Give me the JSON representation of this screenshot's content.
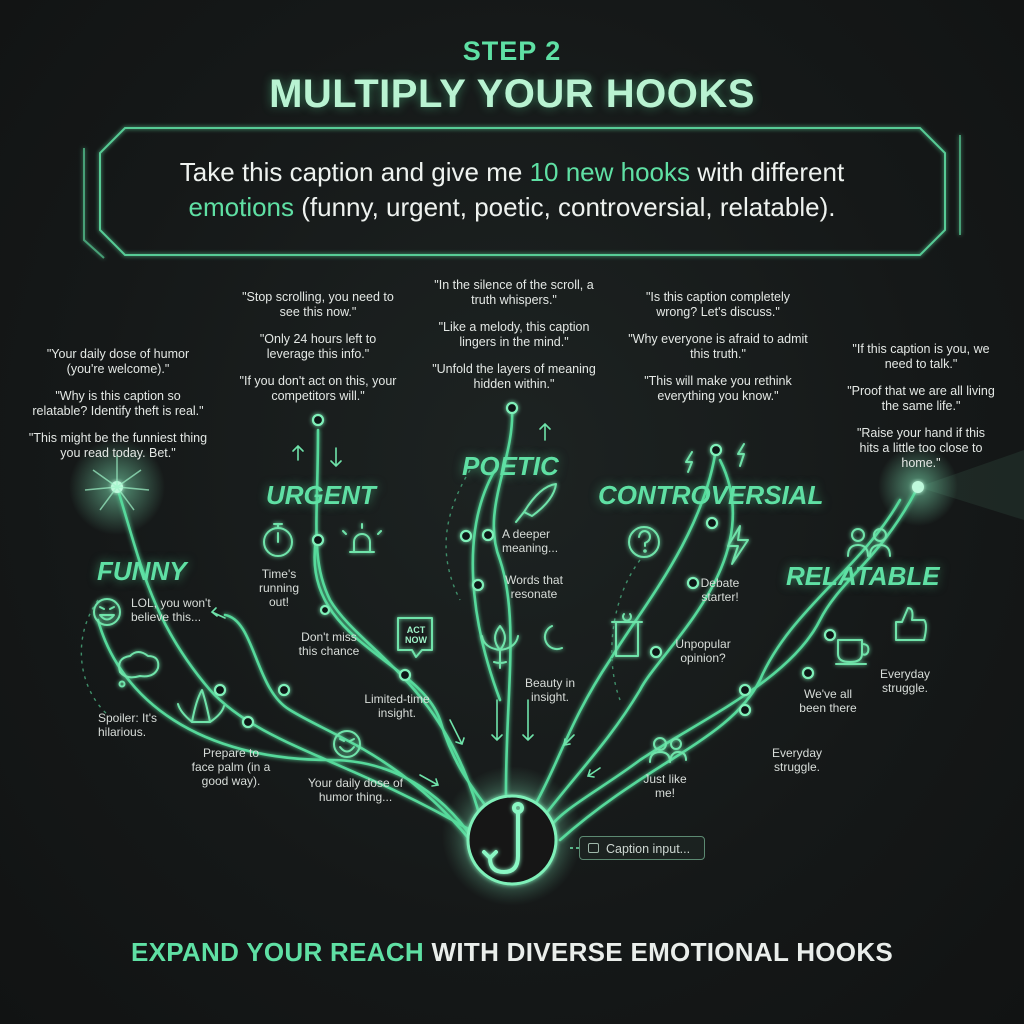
{
  "header": {
    "step": "STEP 2",
    "title": "MULTIPLY YOUR HOOKS"
  },
  "prompt": {
    "part1": "Take this caption and give me ",
    "highlight1": "10 new hooks",
    "part2": " with different",
    "highlight2": "emotions",
    "part3": " (funny, urgent, poetic, controversial, relatable)."
  },
  "categories": {
    "funny": {
      "label": "FUNNY",
      "hooks": [
        "\"Your daily dose of humor (you're welcome).\"",
        "\"Why is this caption so relatable? Identify theft is real.\"",
        "\"This might be the funniest thing you read today. Bet.\""
      ],
      "nodes": [
        "LOL, you won't believe this...",
        "Spoiler: It's hilarious.",
        "Prepare to face palm (in a good way).",
        "Your daily dose of humor thing..."
      ]
    },
    "urgent": {
      "label": "URGENT",
      "hooks": [
        "\"Stop scrolling, you need to see this now.\"",
        "\"Only 24 hours left to leverage this info.\"",
        "\"If you don't act on this, your competitors will.\""
      ],
      "nodes": [
        "Time's running out!",
        "Don't miss this chance",
        "Limited-time insight."
      ],
      "badge": "ACT NOW"
    },
    "poetic": {
      "label": "POETIC",
      "hooks": [
        "\"In the silence of the scroll, a truth whispers.\"",
        "\"Like a melody, this caption lingers in the mind.\"",
        "\"Unfold the layers of meaning hidden within.\""
      ],
      "nodes": [
        "A deeper meaning...",
        "Words that resonate",
        "Beauty in insight."
      ]
    },
    "controversial": {
      "label": "CONTROVERSIAL",
      "hooks": [
        "\"Is this caption completely wrong? Let's discuss.\"",
        "\"Why everyone is afraid to admit this truth.\"",
        "\"This will make you rethink everything you know.\""
      ],
      "nodes": [
        "Debate starter!",
        "Unpopular opinion?"
      ]
    },
    "relatable": {
      "label": "RELATABLE",
      "hooks": [
        "\"If this caption is you, we need to talk.\"",
        "\"Proof that we are all living the same life.\"",
        "\"Raise your hand if this hits a little too close to home.\""
      ],
      "nodes": [
        "Everyday struggle.",
        "We've all been there",
        "Everyday struggle.",
        "Just like me!"
      ]
    }
  },
  "center": {
    "caption_chip": "Caption input..."
  },
  "footer": {
    "highlight": "EXPAND YOUR REACH",
    "rest": " WITH DIVERSE EMOTIONAL HOOKS"
  },
  "colors": {
    "accent": "#5fe0a4",
    "background": "#16191a",
    "text": "#e8ece9"
  },
  "icons": [
    "hook-icon",
    "stopwatch-icon",
    "siren-icon",
    "laughing-emoji-icon",
    "thought-bubble-icon",
    "banana-peel-icon",
    "feather-icon",
    "lotus-icon",
    "moon-icon",
    "question-icon",
    "lightning-icon",
    "podium-icon",
    "people-icon",
    "coffee-icon",
    "thumbs-up-icon",
    "person-icon",
    "image-icon"
  ]
}
